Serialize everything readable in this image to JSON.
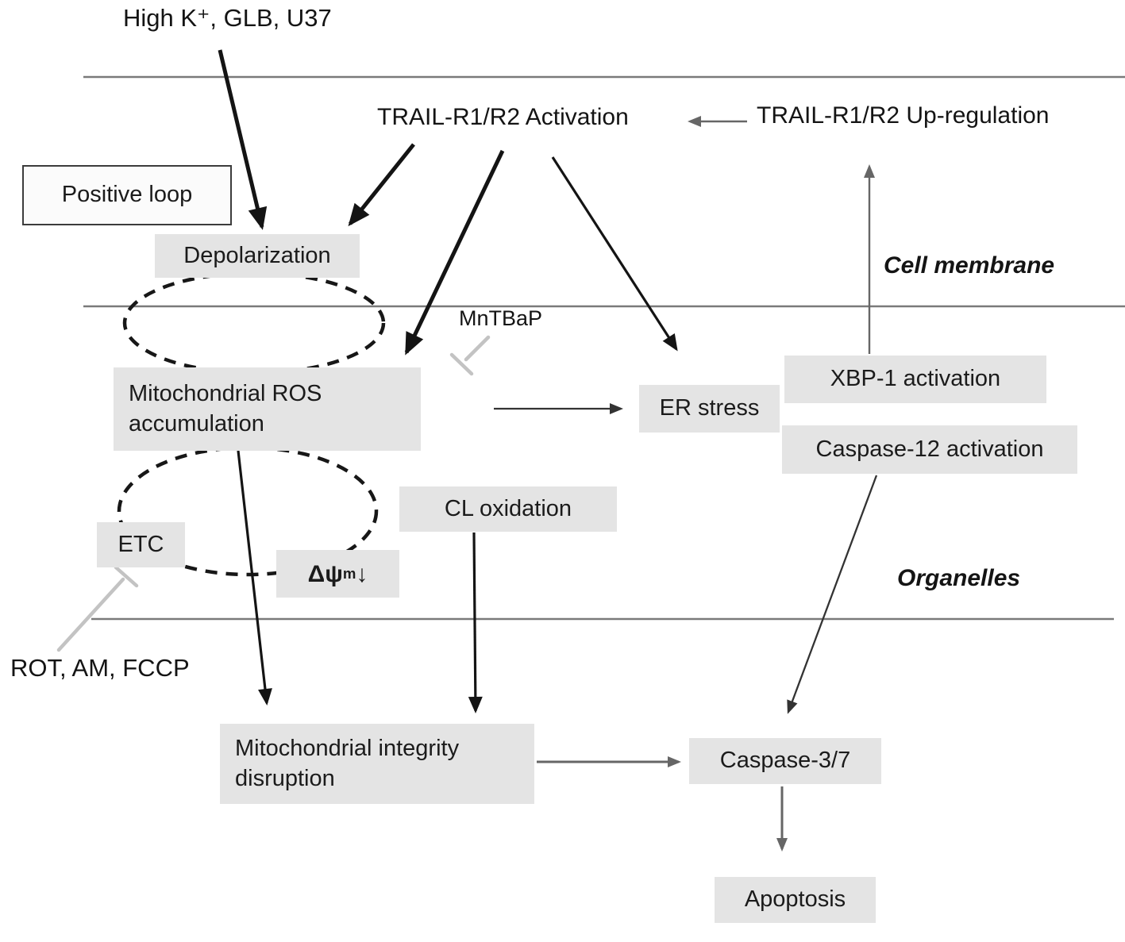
{
  "diagram": {
    "labels": {
      "high_k": "High K⁺, GLB, U37",
      "trail_activation": "TRAIL-R1/R2 Activation",
      "trail_upregulation": "TRAIL-R1/R2 Up-regulation",
      "mntbap": "MnTBaP",
      "cell_membrane": "Cell membrane",
      "organelles": "Organelles",
      "rot_am_fccp": "ROT, AM, FCCP"
    },
    "nodes": {
      "positive_loop": "Positive loop",
      "depolarization": "Depolarization",
      "mito_ros_line1": "Mitochondrial ROS",
      "mito_ros_line2": "accumulation",
      "er_stress": "ER stress",
      "xbp1": "XBP-1 activation",
      "caspase12": "Caspase-12 activation",
      "cl_oxidation": "CL oxidation",
      "etc": "ETC",
      "delta_psi_main": "Δψ",
      "delta_psi_sub": "m",
      "delta_psi_arrow": "↓",
      "mito_integrity_line1": "Mitochondrial integrity",
      "mito_integrity_line2": "disruption",
      "caspase37": "Caspase-3/7",
      "apoptosis": "Apoptosis"
    },
    "colors": {
      "node_fill": "#e4e4e4",
      "membrane_line": "#7a7a7a",
      "arrow_black": "#141414",
      "arrow_gray": "#666666",
      "inhibitor_gray": "#c3c3c3"
    }
  }
}
